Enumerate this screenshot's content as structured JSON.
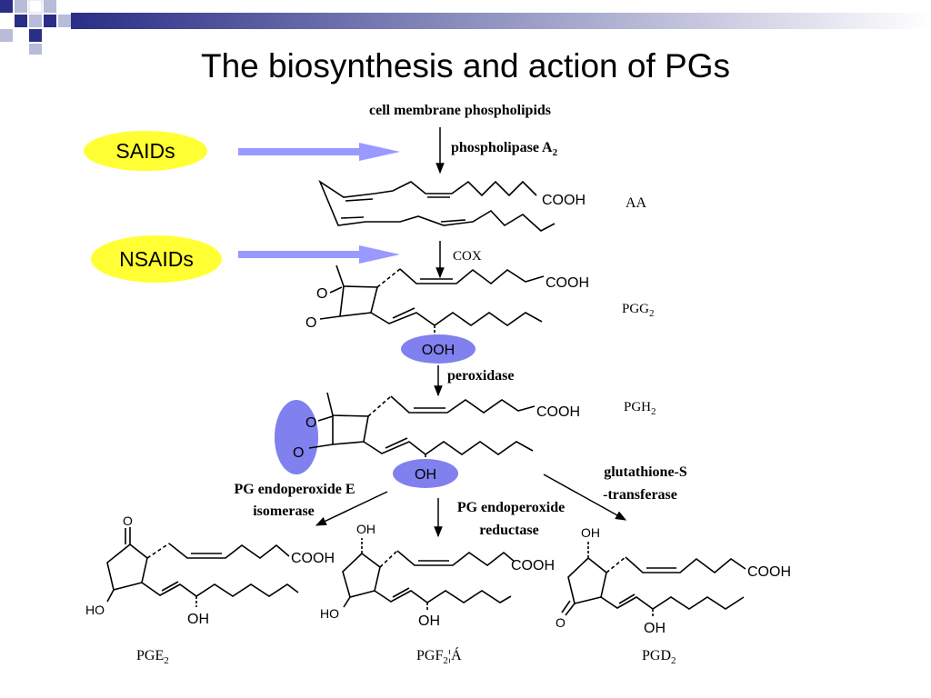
{
  "slide": {
    "title": "The biosynthesis and action of PGs"
  },
  "drugs": {
    "saids": "SAIDs",
    "nsaids": "NSAIDs"
  },
  "labels": {
    "membrane": "cell membrane phospholipids",
    "phospholipase": "phospholipase A",
    "phospholipase_sub": "2",
    "cox": "COX",
    "peroxidase": "peroxidase",
    "pge_enzyme_line1": "PG endoperoxide E",
    "pge_enzyme_line2": "isomerase",
    "pgf_enzyme_line1": "PG endoperoxide",
    "pgf_enzyme_line2": "reductase",
    "pgd_enzyme_line1": "glutathione-S",
    "pgd_enzyme_line2": "-transferase"
  },
  "compounds": {
    "aa": "AA",
    "pgg2": "PGG",
    "pgg2_sub": "2",
    "pgh2": "PGH",
    "pgh2_sub": "2",
    "pge2": "PGE",
    "pge2_sub": "2",
    "pgf2": "PGF",
    "pgf2_sub": "2",
    "pgf2_suffix": "¦Á",
    "pgd2": "PGD",
    "pgd2_sub": "2"
  },
  "atoms": {
    "cooh": "COOH",
    "o": "O",
    "oh": "OH",
    "ooh": "OOH",
    "ho": "HO"
  },
  "colors": {
    "highlight_yellow": "#ffff33",
    "arrow_blue": "#9999ff",
    "ellipse_blue": "#8080ee",
    "deco_navy": "#2a2e86"
  }
}
